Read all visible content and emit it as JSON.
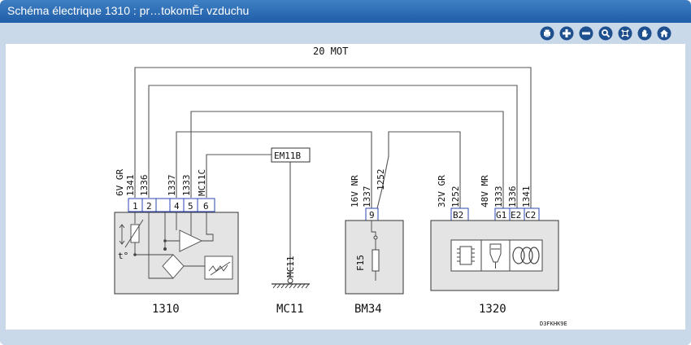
{
  "window": {
    "title": "Schéma électrique 1310 : pr…tokomĔr vzduchu"
  },
  "toolbar": {
    "buttons": [
      {
        "name": "print-button",
        "icon": "printer-icon"
      },
      {
        "name": "add-button",
        "icon": "plus-icon"
      },
      {
        "name": "remove-button",
        "icon": "minus-icon"
      },
      {
        "name": "zoom-button",
        "icon": "magnifier-icon"
      },
      {
        "name": "fit-button",
        "icon": "fit-icon"
      },
      {
        "name": "pan-button",
        "icon": "hand-icon"
      },
      {
        "name": "home-button",
        "icon": "home-icon"
      }
    ]
  },
  "colors": {
    "accent": "#1f5ea8",
    "panel": "#c9d9ea",
    "pin_border": "#2d47b5",
    "line": "#555555"
  },
  "diagram": {
    "top_label": "20 MOT",
    "connector_em11b": "EM11B",
    "mc11_wire": "MC11",
    "wires_1310": [
      "6V GR",
      "1341",
      "1336",
      "1337",
      "1333",
      "MC11C"
    ],
    "pins_1310": [
      "1",
      "2",
      "",
      "4",
      "5",
      "6"
    ],
    "bm34_wires": [
      "16V NR",
      "1337",
      "1252"
    ],
    "bm34_pin": "9",
    "fuse": "F15",
    "wires_1320": [
      "32V GR",
      "1252",
      "48V MR",
      "1333",
      "1336",
      "1341"
    ],
    "pins_1320": [
      "B2",
      "G1",
      "E2",
      "C2"
    ],
    "components": {
      "c1310": "1310",
      "mc11": "MC11",
      "bm34": "BM34",
      "c1320": "1320"
    },
    "reference": "D3FKHK9E",
    "sensor_symbol": "t°"
  }
}
